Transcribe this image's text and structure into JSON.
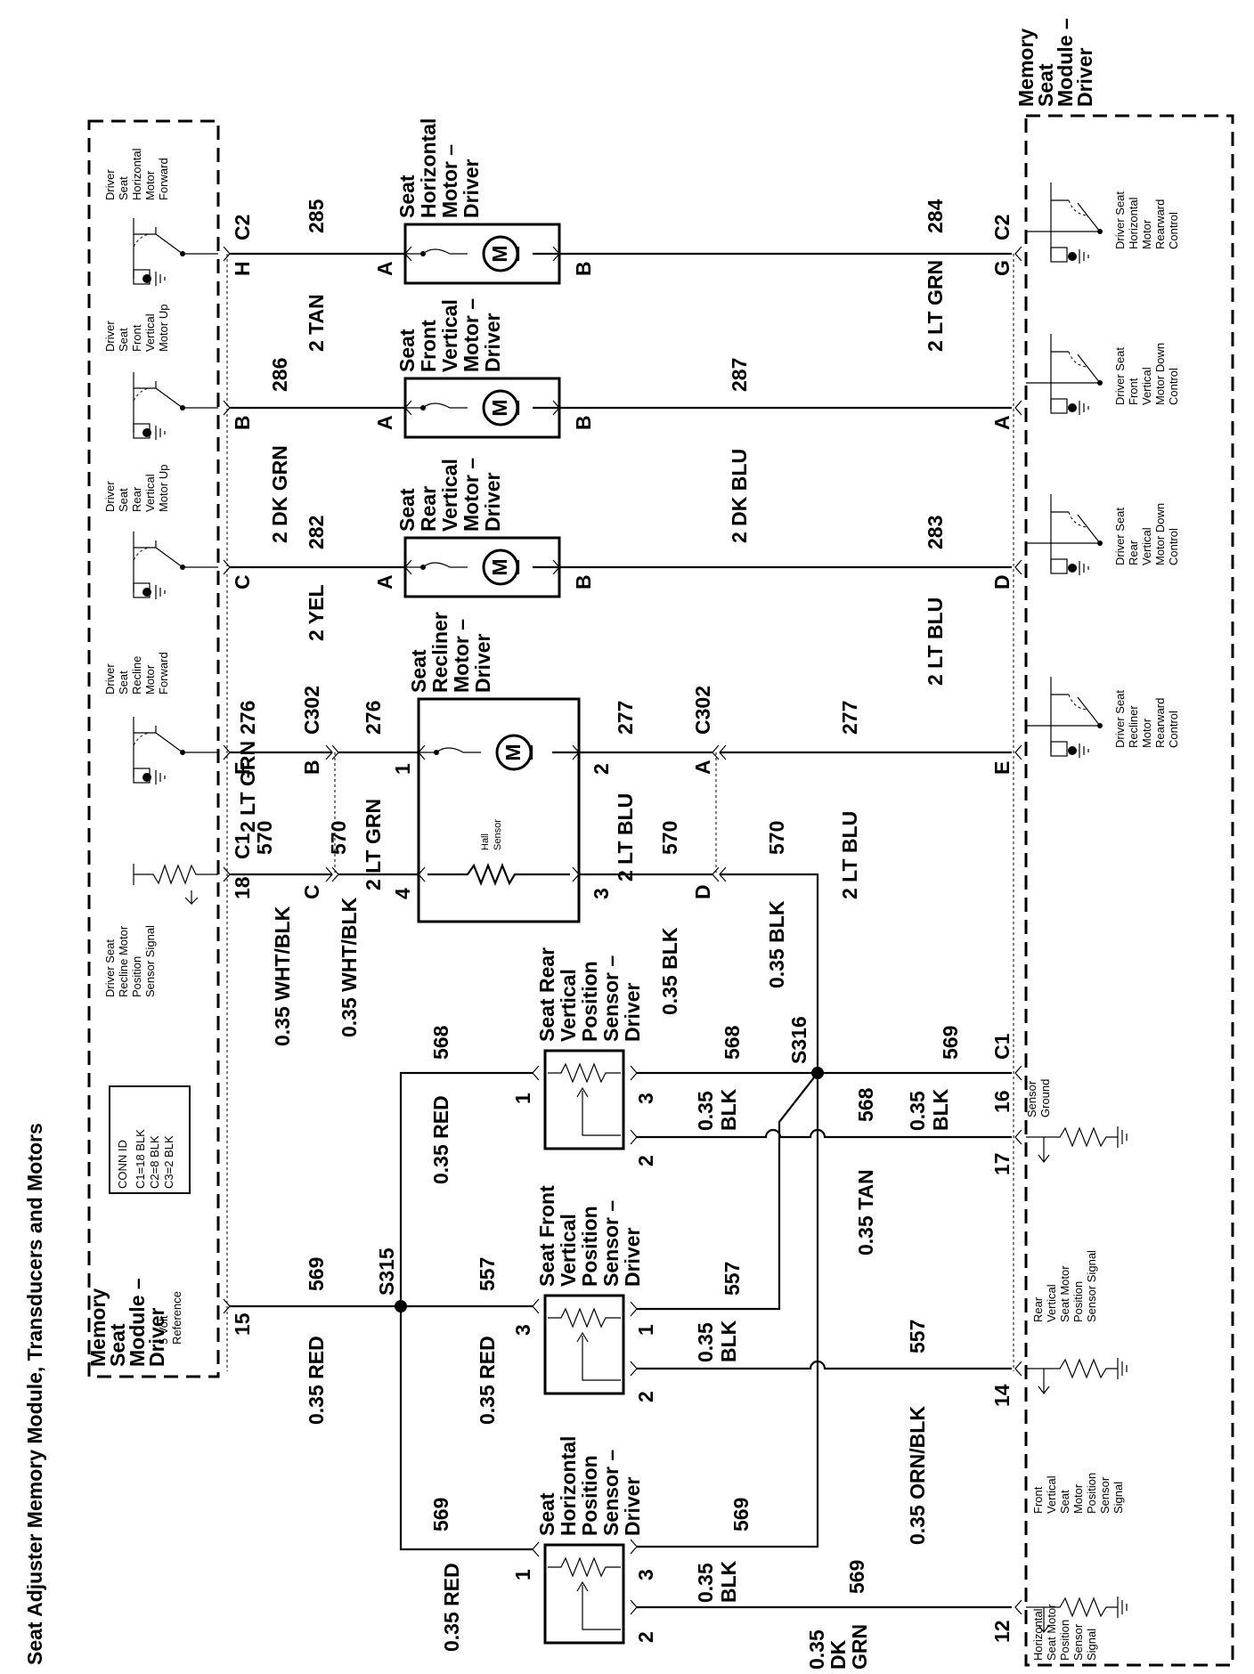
{
  "title": "Seat Adjuster Memory Module, Transducers and Motors",
  "modules": {
    "left_label": [
      "Memory",
      "Seat",
      "Module –",
      "Driver"
    ],
    "right_label": [
      "Memory",
      "Seat",
      "Module –",
      "Driver"
    ]
  },
  "conn_id": {
    "header": "CONN ID",
    "rows": [
      "C1=18 BLK",
      "C2=8 BLK",
      "C3=2 BLK"
    ]
  },
  "motors": [
    {
      "lines": [
        "Seat",
        "Horizontal",
        "Motor –",
        "Driver"
      ]
    },
    {
      "lines": [
        "Seat",
        "Front",
        "Vertical",
        "Motor –",
        "Driver"
      ]
    },
    {
      "lines": [
        "Seat",
        "Rear",
        "Vertical",
        "Motor –",
        "Driver"
      ]
    },
    {
      "lines": [
        "Seat",
        "Recliner",
        "Motor –",
        "Driver"
      ],
      "hall": [
        "Hall",
        "Sensor"
      ]
    }
  ],
  "left_controls": [
    {
      "lines": [
        "Driver",
        "Seat",
        "Horizontal",
        "Motor",
        "Forward"
      ]
    },
    {
      "lines": [
        "Driver",
        "Seat",
        "Front",
        "Vertical",
        "Motor Up"
      ]
    },
    {
      "lines": [
        "Driver",
        "Seat",
        "Rear",
        "Vertical",
        "Motor Up"
      ]
    },
    {
      "lines": [
        "Driver",
        "Seat",
        "Recline",
        "Motor",
        "Forward"
      ]
    },
    {
      "lines": [
        "Driver Seat",
        "Recline Motor",
        "Position",
        "Sensor Signal"
      ]
    },
    {
      "lines": [
        "5 Volt",
        "Reference"
      ]
    }
  ],
  "right_controls": [
    {
      "lines": [
        "Driver Seat",
        "Horizontal",
        "Motor",
        "Rearward",
        "Control"
      ]
    },
    {
      "lines": [
        "Driver Seat",
        "Front",
        "Vertical",
        "Motor Down",
        "Control"
      ]
    },
    {
      "lines": [
        "Driver Seat",
        "Rear",
        "Vertical",
        "Motor Down",
        "Control"
      ]
    },
    {
      "lines": [
        "Driver Seat",
        "Recliner",
        "Motor",
        "Rearward",
        "Control"
      ]
    },
    {
      "lines": [
        "Sensor",
        "Ground"
      ]
    },
    {
      "lines": [
        "Rear",
        "Vertical",
        "Seat Motor",
        "Position",
        "Sensor Signal"
      ]
    },
    {
      "lines": [
        "Front",
        "Vertical",
        "Seat",
        "Motor",
        "Position",
        "Sensor",
        "Signal"
      ]
    },
    {
      "lines": [
        "Horizontal",
        "Seat Motor",
        "Position",
        "Sensor",
        "Signal"
      ]
    }
  ],
  "sensors": [
    {
      "lines": [
        "Seat Rear",
        "Vertical",
        "Position",
        "Sensor –",
        "Driver"
      ]
    },
    {
      "lines": [
        "Seat Front",
        "Vertical",
        "Position",
        "Sensor –",
        "Driver"
      ]
    },
    {
      "lines": [
        "Seat",
        "Horizontal",
        "Position",
        "Sensor –",
        "Driver"
      ]
    }
  ],
  "splices": [
    "S316",
    "S315"
  ],
  "wire_labels": {
    "w285": [
      "285",
      "2 TAN"
    ],
    "w284": [
      "284",
      "2 LT GRN"
    ],
    "w286": [
      "286",
      "2 DK GRN"
    ],
    "w287": [
      "287",
      "2 DK BLU"
    ],
    "w282": [
      "282",
      "2 YEL"
    ],
    "w283": [
      "283",
      "2 LT BLU"
    ],
    "w276a": [
      "276",
      "2 LT GRN"
    ],
    "w276b": [
      "276",
      "2 LT GRN"
    ],
    "w277a": [
      "277",
      "2 LT BLU"
    ],
    "w277b": [
      "277",
      "2 LT BLU"
    ],
    "w570a": [
      "570",
      "0.35 WHT/BLK"
    ],
    "w570b": [
      "570",
      "0.35 WHT/BLK"
    ],
    "w570c": [
      "570",
      "0.35 BLK"
    ],
    "w570d": [
      "570",
      "0.35 BLK"
    ],
    "w568a": [
      "568",
      "0.35 RED"
    ],
    "w568b": [
      "568",
      "0.35",
      "BLK"
    ],
    "w568c": [
      "568",
      "0.35 TAN"
    ],
    "w569g": [
      "569",
      "0.35",
      "BLK"
    ],
    "w569a": [
      "569",
      "0.35 RED"
    ],
    "w557a": [
      "557",
      "0.35 RED"
    ],
    "w557b": [
      "557",
      "0.35",
      "BLK"
    ],
    "w557c": [
      "557",
      "0.35 ORN/BLK"
    ],
    "w569b": [
      "569",
      "0.35 RED"
    ],
    "w569c": [
      "569",
      "0.35",
      "BLK"
    ],
    "w569d": [
      "569",
      "0.35",
      "DK",
      "GRN"
    ]
  },
  "pins": {
    "C2": "C2",
    "C1": "C1",
    "C302": "C302",
    "H": "H",
    "G": "G",
    "B": "B",
    "A": "A",
    "C": "C",
    "D": "D",
    "F": "F",
    "E": "E",
    "p18": "18",
    "p15": "15",
    "p16": "16",
    "p17": "17",
    "p14": "14",
    "p12": "12",
    "p1": "1",
    "p2": "2",
    "p3": "3",
    "p4": "4"
  }
}
